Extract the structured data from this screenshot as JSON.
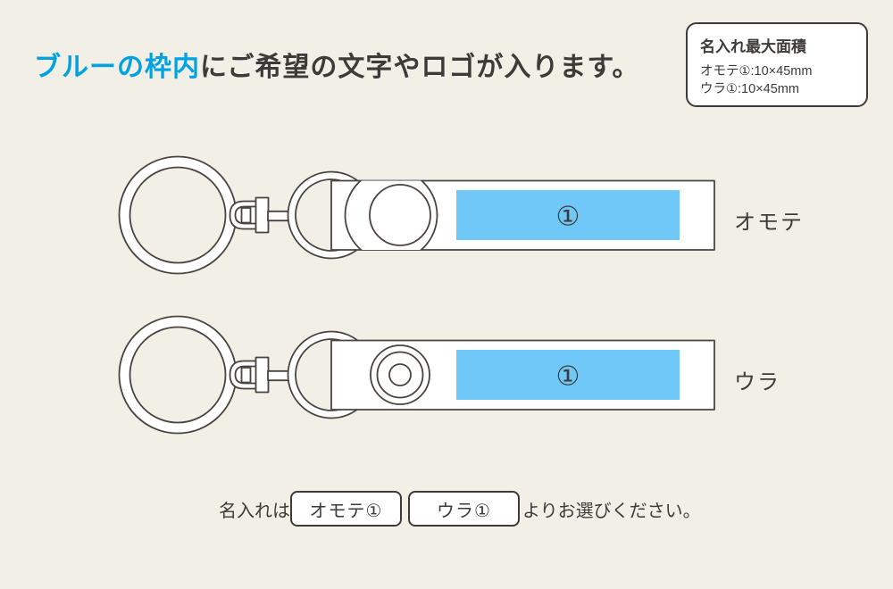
{
  "colors": {
    "background": "#f2efe6",
    "ink": "#3e3a39",
    "line_outline": "#4a4340",
    "headline_blue": "#00a2e2",
    "print_area_blue": "#70c8f8",
    "white": "#ffffff"
  },
  "headline": {
    "highlight": "ブルーの枠内",
    "rest": "にご希望の文字やロゴが入ります。"
  },
  "info_box": {
    "title": "名入れ最大面積",
    "lines": [
      "オモテ①:10×45mm",
      "ウラ①:10×45mm"
    ]
  },
  "diagrams": [
    {
      "side_label": "オモテ",
      "area_marker": "①"
    },
    {
      "side_label": "ウラ",
      "area_marker": "①"
    }
  ],
  "footer": {
    "prefix": "名入れは",
    "options": [
      {
        "label": "オモテ①"
      },
      {
        "label": "ウラ①"
      }
    ],
    "suffix": "よりお選びください。"
  }
}
